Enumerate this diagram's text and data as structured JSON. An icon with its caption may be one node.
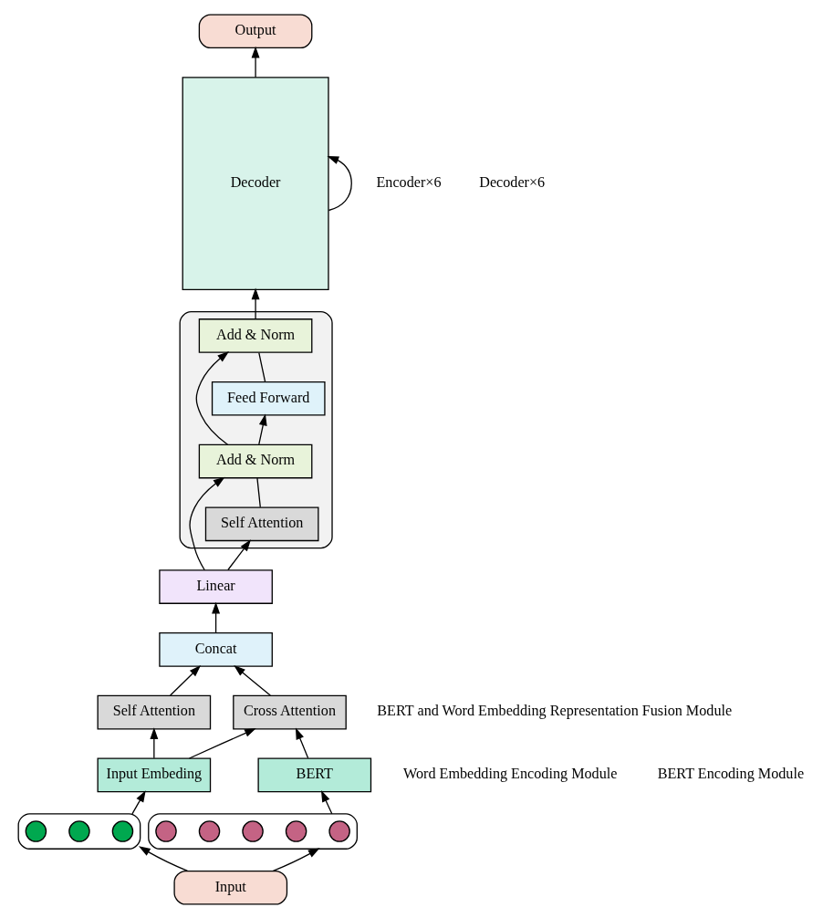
{
  "diagram": {
    "nodes": [
      {
        "text": [
          "Output"
        ]
      },
      {
        "text": [],
        "shape": "box"
      },
      {
        "text": [
          "Add & Norm"
        ],
        "in": 1
      },
      {
        "text": [
          "Feed Forward"
        ],
        "in": 1
      },
      {
        "text": [
          "Add & Norm"
        ],
        "in": 1
      },
      {
        "text": [
          "Self Attention"
        ],
        "in": 1
      },
      {
        "text": [
          "Decoder"
        ]
      },
      {
        "text": [
          "Linear"
        ]
      },
      {
        "text": [
          "Concat"
        ]
      },
      {
        "text": [
          "Self Attention"
        ]
      },
      {
        "text": [
          "Cross Attention"
        ]
      },
      {
        "text": [
          "Input Embeding"
        ]
      },
      {
        "text": [
          "BERT"
        ]
      },
      {
        "text": [],
        "shape": "box"
      },
      {
        "text": [],
        "shape": "circle",
        "in": 13
      },
      {
        "text": [],
        "shape": "circle",
        "in": 13
      },
      {
        "text": [],
        "shape": "circle",
        "in": 13
      },
      {
        "text": [],
        "shape": "box"
      },
      {
        "text": [],
        "shape": "circle",
        "in": 17
      },
      {
        "text": [],
        "shape": "circle",
        "in": 17
      },
      {
        "text": [],
        "shape": "circle",
        "in": 17
      },
      {
        "text": [],
        "shape": "circle",
        "in": 17
      },
      {
        "text": [],
        "shape": "circle",
        "in": 17
      },
      {
        "text": [
          "Input"
        ]
      }
    ],
    "edges": [
      {
        "from": 6,
        "to": 0,
        "arrow": "to"
      },
      {
        "from": 2,
        "to": 6,
        "arrow": "to"
      },
      {
        "from": 3,
        "to": 2,
        "arrow": "none"
      },
      {
        "from": 4,
        "to": 3,
        "arrow": "to"
      },
      {
        "from": 4,
        "to": 2,
        "arrow": "to"
      },
      {
        "from": 5,
        "to": 4,
        "arrow": "none"
      },
      {
        "from": 7,
        "to": 5,
        "arrow": "to"
      },
      {
        "from": 7,
        "to": 4,
        "arrow": "to"
      },
      {
        "from": 6,
        "to": 6,
        "arrow": "to"
      },
      {
        "from": 8,
        "to": 7,
        "arrow": "to"
      },
      {
        "from": 9,
        "to": 8,
        "arrow": "to"
      },
      {
        "from": 10,
        "to": 8,
        "arrow": "to"
      },
      {
        "from": 11,
        "to": 9,
        "arrow": "to"
      },
      {
        "from": 11,
        "to": 10,
        "arrow": "to"
      },
      {
        "from": 12,
        "to": 10,
        "arrow": "to"
      },
      {
        "from": 13,
        "to": 11,
        "arrow": "to"
      },
      {
        "from": 17,
        "to": 12,
        "arrow": "to"
      },
      {
        "from": 23,
        "to": 13,
        "arrow": "to"
      },
      {
        "from": 23,
        "to": 17,
        "arrow": "to"
      }
    ],
    "labels": [
      "Encoder×6",
      "Decoder×6",
      "BERT and Word Embedding Representation Fusion Module",
      "Word Embedding Encoding Module",
      "BERT Encoding Module"
    ]
  }
}
